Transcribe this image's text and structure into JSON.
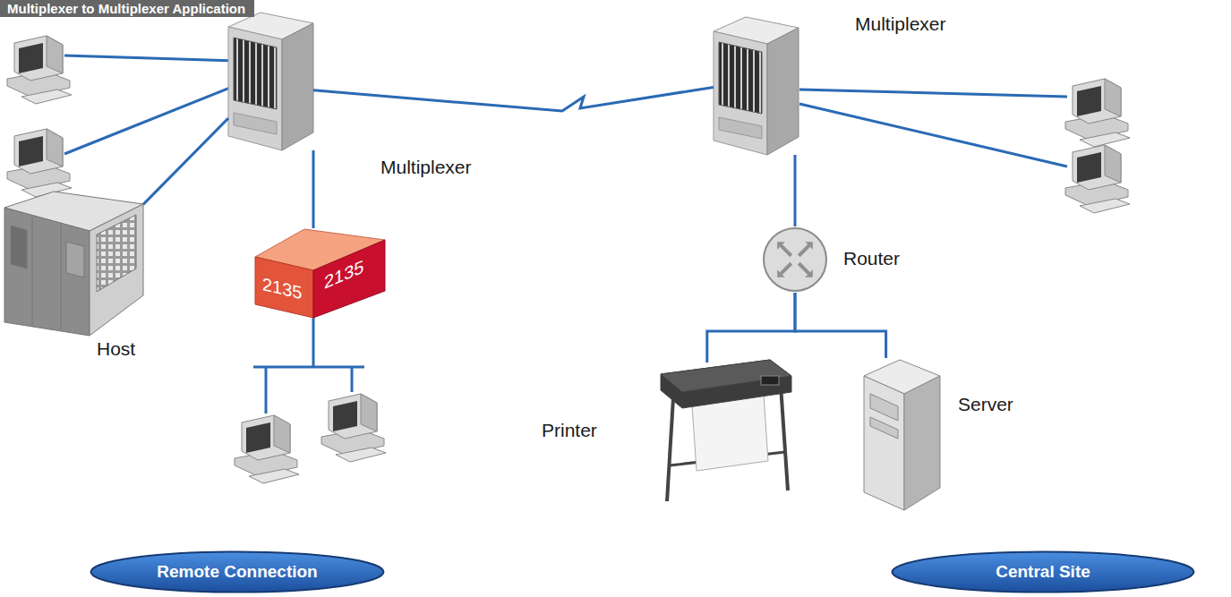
{
  "diagram": {
    "title": "Multiplexer to Multiplexer Application",
    "nodes": [
      {
        "text": [
          "Multiplexer"
        ]
      },
      {
        "text": [
          "Host"
        ]
      },
      {
        "text": [
          "2135",
          "2135"
        ]
      },
      {
        "text": [
          "Multiplexer"
        ]
      },
      {
        "text": [
          "Router"
        ]
      },
      {
        "text": [
          "Printer"
        ]
      },
      {
        "text": [
          "Server"
        ]
      },
      {
        "text": [
          "Remote Connection"
        ]
      },
      {
        "text": [
          "Central Site"
        ]
      }
    ],
    "edges": [
      {
        "from": 0,
        "to": 1,
        "arrow": "none"
      },
      {
        "from": 0,
        "to": 2,
        "arrow": "none"
      },
      {
        "from": 0,
        "to": 3,
        "arrow": "none"
      },
      {
        "from": 3,
        "to": 4,
        "arrow": "none"
      },
      {
        "from": 4,
        "to": 5,
        "arrow": "none"
      },
      {
        "from": 4,
        "to": 6,
        "arrow": "none"
      }
    ]
  }
}
